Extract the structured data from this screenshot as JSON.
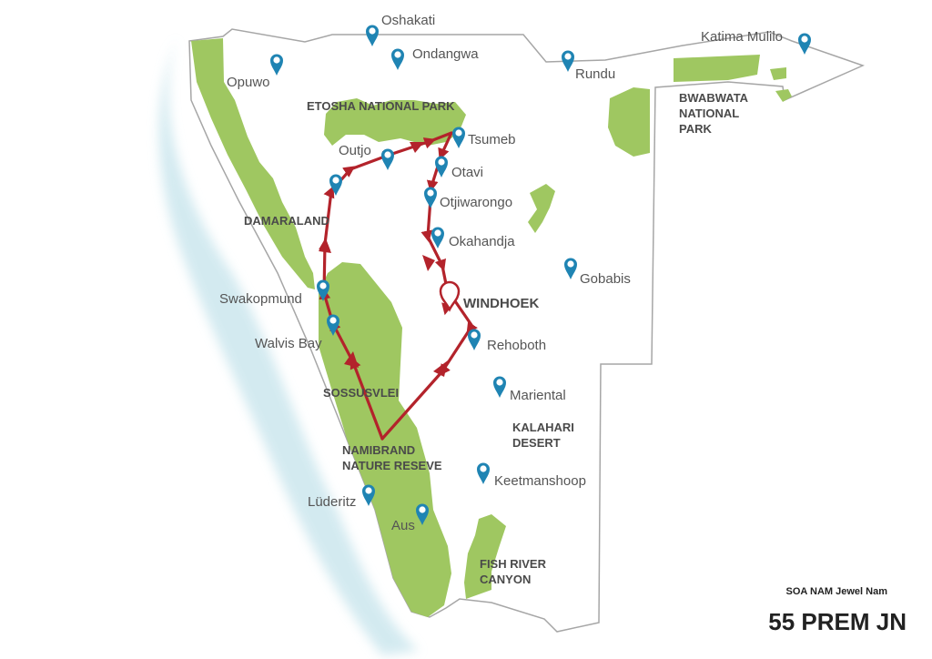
{
  "colors": {
    "sea": "#cfe8ef",
    "park": "#9fc761",
    "border": "#a6a6a6",
    "route": "#b3232b",
    "pin": "#1f84b3"
  },
  "towns": {
    "oshakati": "Oshakati",
    "ondangwa": "Ondangwa",
    "opuwo": "Opuwo",
    "rundu": "Rundu",
    "katima": "Katima Mulilo",
    "outjo": "Outjo",
    "tsumeb": "Tsumeb",
    "otavi": "Otavi",
    "otjiwarongo": "Otjiwarongo",
    "okahandja": "Okahandja",
    "gobabis": "Gobabis",
    "swakopmund": "Swakopmund",
    "walvis": "Walvis Bay",
    "rehoboth": "Rehoboth",
    "mariental": "Mariental",
    "keetmanshoop": "Keetmanshoop",
    "luderitz": "Lüderitz",
    "aus": "Aus"
  },
  "capital": "WINDHOEK",
  "regions": {
    "etosha": "ETOSHA NATIONAL PARK",
    "bwabwata_1": "BWABWATA",
    "bwabwata_2": "NATIONAL",
    "bwabwata_3": "PARK",
    "damaraland": "DAMARALAND",
    "sossusvlei": "SOSSUSVLEI",
    "namibrand_1": "NAMIBRAND",
    "namibrand_2": "NATURE RESEVE",
    "kalahari_1": "KALAHARI",
    "kalahari_2": "DESERT",
    "fish_1": "FISH RIVER",
    "fish_2": "CANYON"
  },
  "footer": {
    "code": "SOA NAM Jewel Nam",
    "title": "55 PREM JN"
  }
}
